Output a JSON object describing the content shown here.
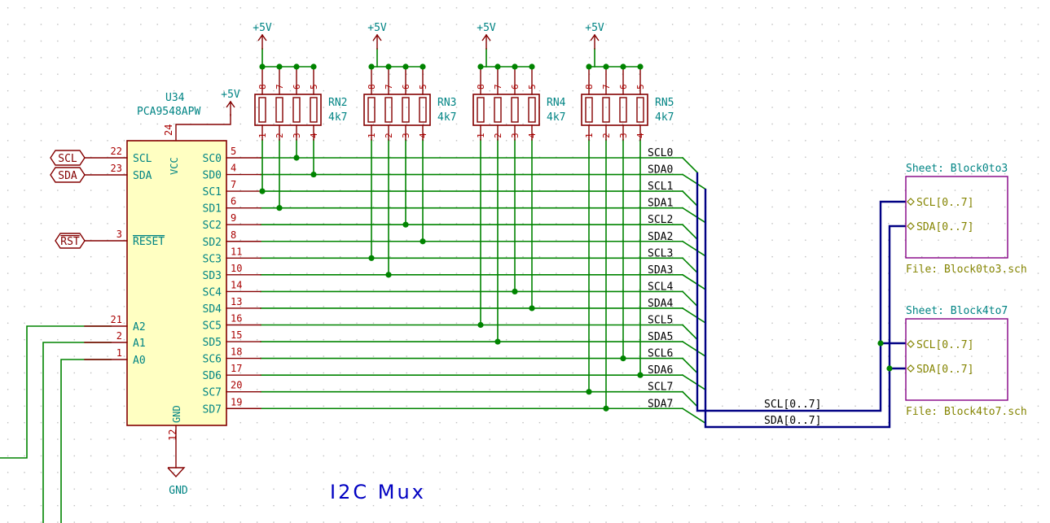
{
  "colors": {
    "wire": "#008400",
    "bus": "#000084",
    "part_outline": "#840000",
    "part_fill": "#ffffc2",
    "pin_number": "#a90000",
    "net_label": "#000000",
    "ref_text": "#008484",
    "title_text": "#0000c2",
    "sheet_border": "#840084",
    "sheet_pin": "#848400",
    "junction": "#008400",
    "grid_dot": "#b4b4b4"
  },
  "ic": {
    "ref": "U34",
    "value": "PCA9548APW",
    "power_label": "+5V",
    "gnd_label": "GND",
    "vcc_pin_name": "VCC",
    "vcc_pin_number": "24",
    "gnd_pin_name": "GND",
    "gnd_pin_number": "12",
    "left_pins": [
      {
        "name": "SCL",
        "number": "22"
      },
      {
        "name": "SDA",
        "number": "23"
      },
      {
        "name": "RESET",
        "number": "3"
      },
      {
        "name": "A2",
        "number": "21"
      },
      {
        "name": "A1",
        "number": "2"
      },
      {
        "name": "A0",
        "number": "1"
      }
    ],
    "right_pins": [
      {
        "name": "SC0",
        "number": "5"
      },
      {
        "name": "SD0",
        "number": "4"
      },
      {
        "name": "SC1",
        "number": "7"
      },
      {
        "name": "SD1",
        "number": "6"
      },
      {
        "name": "SC2",
        "number": "9"
      },
      {
        "name": "SD2",
        "number": "8"
      },
      {
        "name": "SC3",
        "number": "11"
      },
      {
        "name": "SD3",
        "number": "10"
      },
      {
        "name": "SC4",
        "number": "14"
      },
      {
        "name": "SD4",
        "number": "13"
      },
      {
        "name": "SC5",
        "number": "16"
      },
      {
        "name": "SD5",
        "number": "15"
      },
      {
        "name": "SC6",
        "number": "18"
      },
      {
        "name": "SD6",
        "number": "17"
      },
      {
        "name": "SC7",
        "number": "20"
      },
      {
        "name": "SD7",
        "number": "19"
      }
    ]
  },
  "global_labels": [
    "SCL",
    "SDA",
    "RST"
  ],
  "resistor_networks": [
    {
      "ref": "RN2",
      "value": "4k7",
      "power_label": "+5V",
      "top_pins": [
        "8",
        "7",
        "6",
        "5"
      ],
      "bottom_pins": [
        "1",
        "2",
        "3",
        "4"
      ]
    },
    {
      "ref": "RN3",
      "value": "4k7",
      "power_label": "+5V",
      "top_pins": [
        "8",
        "7",
        "6",
        "5"
      ],
      "bottom_pins": [
        "1",
        "2",
        "3",
        "4"
      ]
    },
    {
      "ref": "RN4",
      "value": "4k7",
      "power_label": "+5V",
      "top_pins": [
        "8",
        "7",
        "6",
        "5"
      ],
      "bottom_pins": [
        "1",
        "2",
        "3",
        "4"
      ]
    },
    {
      "ref": "RN5",
      "value": "4k7",
      "power_label": "+5V",
      "top_pins": [
        "8",
        "7",
        "6",
        "5"
      ],
      "bottom_pins": [
        "1",
        "2",
        "3",
        "4"
      ]
    }
  ],
  "net_labels": [
    "SCL0",
    "SDA0",
    "SCL1",
    "SDA1",
    "SCL2",
    "SDA2",
    "SCL3",
    "SDA3",
    "SCL4",
    "SDA4",
    "SCL5",
    "SDA5",
    "SCL6",
    "SDA6",
    "SCL7",
    "SDA7"
  ],
  "bus_labels": [
    "SCL[0..7]",
    "SDA[0..7]"
  ],
  "sheets": [
    {
      "name": "Sheet: Block0to3",
      "file": "File: Block0to3.sch",
      "pins": [
        "SCL[0..7]",
        "SDA[0..7]"
      ]
    },
    {
      "name": "Sheet: Block4to7",
      "file": "File: Block4to7.sch",
      "pins": [
        "SCL[0..7]",
        "SDA[0..7]"
      ]
    }
  ],
  "title": "I2C Mux"
}
